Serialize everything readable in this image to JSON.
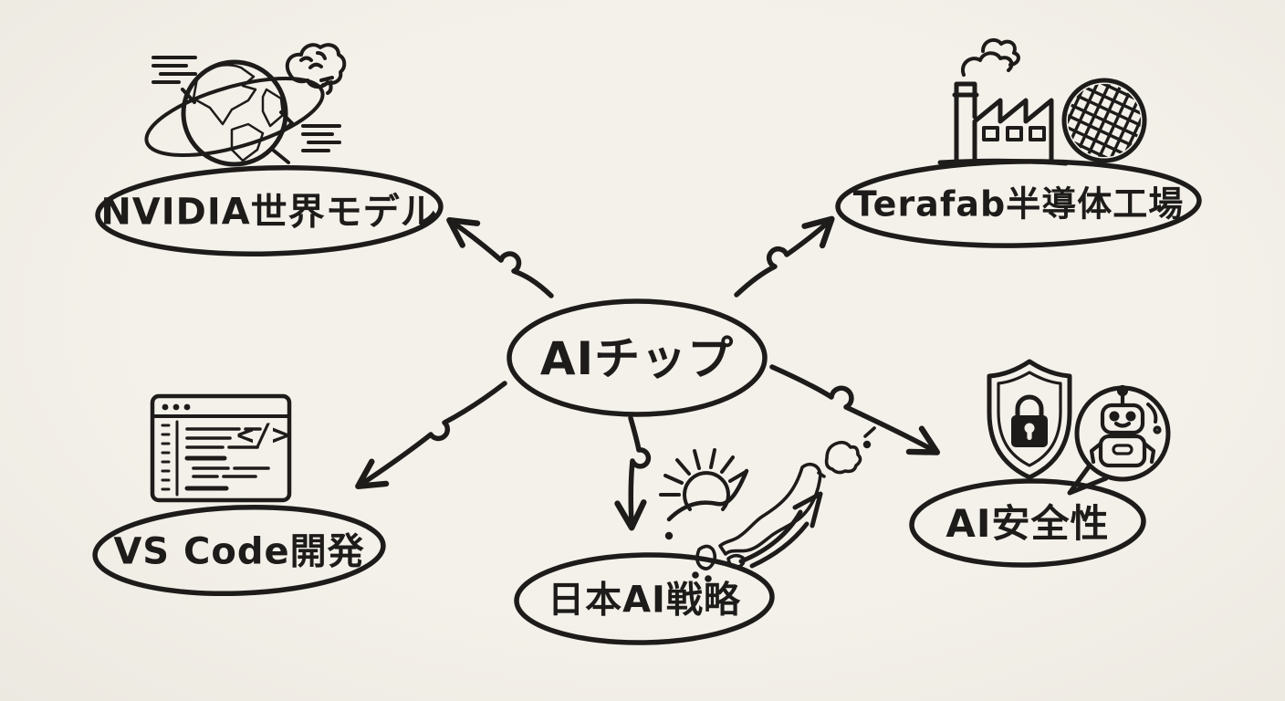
{
  "mindmap": {
    "style": "hand-drawn sketch on cream paper",
    "background_color": "#f2efe8",
    "ink_color": "#1e1c1a",
    "center": {
      "label": "AIチップ"
    },
    "branches": [
      {
        "label": "NVIDIA世界モデル",
        "icon": "globe-brain-icon",
        "position": "top-left"
      },
      {
        "label": "Terafab半導体工場",
        "icon": "factory-wafer-icon",
        "position": "top-right"
      },
      {
        "label": "VS Code開発",
        "icon": "code-window-icon",
        "position": "bottom-left"
      },
      {
        "label": "日本AI戦略",
        "icon": "japan-map-sun-icon",
        "position": "bottom-center"
      },
      {
        "label": "AI安全性",
        "icon": "shield-robot-icon",
        "position": "right"
      }
    ],
    "code_glyph": "</>",
    "connector_style": "curved arrows with pen loops"
  }
}
